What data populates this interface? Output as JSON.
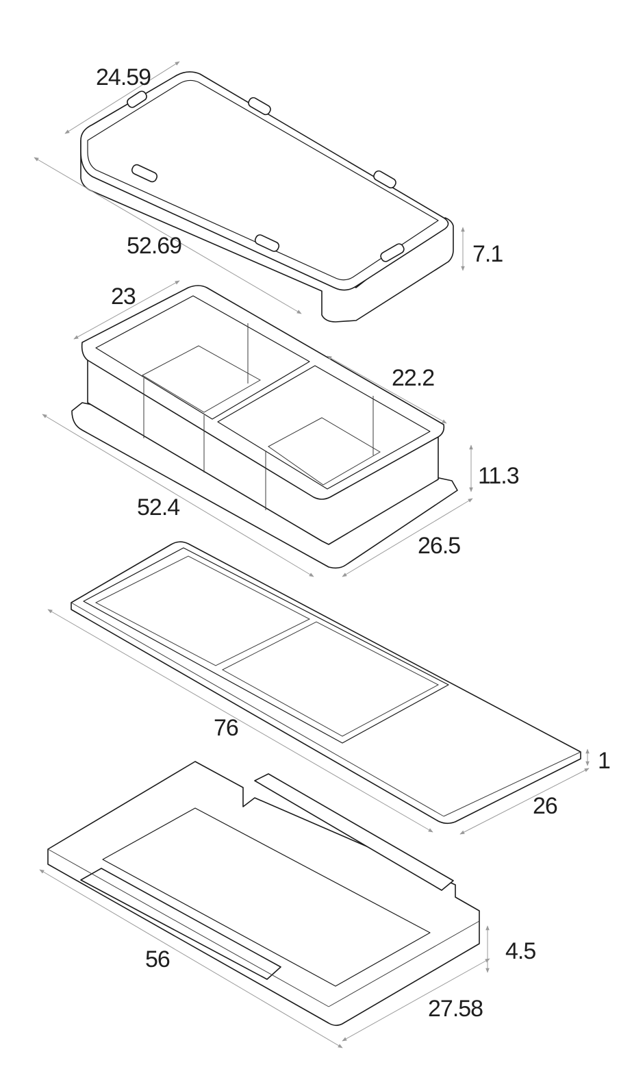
{
  "diagram": {
    "parts": [
      {
        "id": "lid",
        "dimensions": [
          {
            "id": "lid-depth",
            "value": "24.59"
          },
          {
            "id": "lid-length",
            "value": "52.69"
          },
          {
            "id": "lid-height",
            "value": "7.1"
          }
        ]
      },
      {
        "id": "two-well-chamber",
        "dimensions": [
          {
            "id": "well-length",
            "value": "23"
          },
          {
            "id": "well-width",
            "value": "22.2"
          },
          {
            "id": "chamber-height",
            "value": "11.3"
          },
          {
            "id": "chamber-length",
            "value": "52.4"
          },
          {
            "id": "chamber-width",
            "value": "26.5"
          }
        ]
      },
      {
        "id": "glass-slide",
        "dimensions": [
          {
            "id": "slide-length",
            "value": "76"
          },
          {
            "id": "slide-thickness",
            "value": "1"
          },
          {
            "id": "slide-width",
            "value": "26"
          }
        ]
      },
      {
        "id": "slide-holder",
        "dimensions": [
          {
            "id": "holder-length",
            "value": "56"
          },
          {
            "id": "holder-height",
            "value": "4.5"
          },
          {
            "id": "holder-width",
            "value": "27.58"
          }
        ]
      }
    ]
  }
}
